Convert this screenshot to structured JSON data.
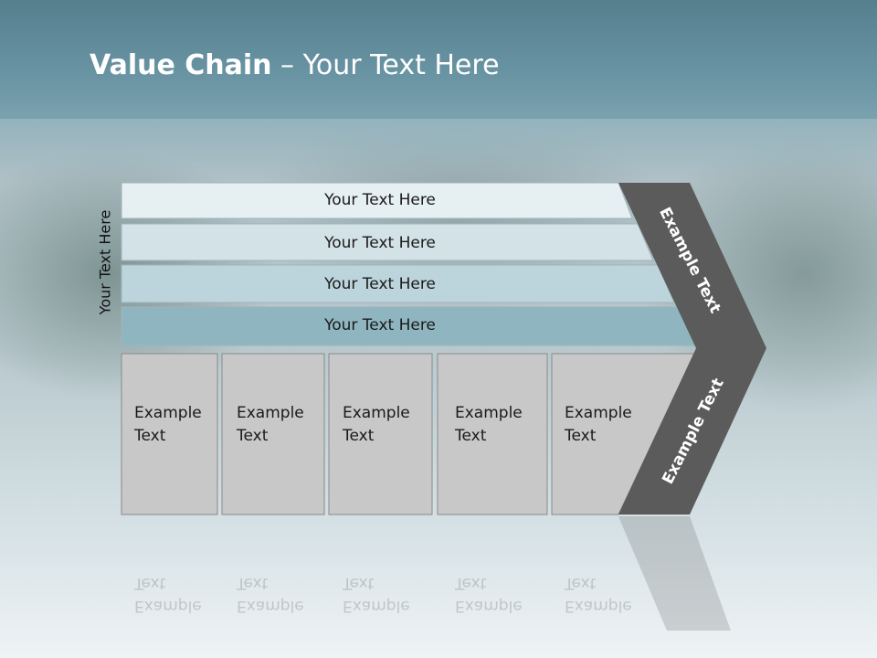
{
  "slide": {
    "title_bold": "Value Chain",
    "title_rest": " – Your Text Here",
    "side_label": "Your Text Here"
  },
  "rows": [
    {
      "label": "Your Text Here",
      "color": "#e6eff2"
    },
    {
      "label": "Your Text Here",
      "color": "#d3e2e7"
    },
    {
      "label": "Your Text Here",
      "color": "#bcd4db"
    },
    {
      "label": "Your Text Here",
      "color": "#8fb5c0"
    }
  ],
  "boxes": [
    {
      "label": "Example\nText"
    },
    {
      "label": "Example\nText"
    },
    {
      "label": "Example\nText"
    },
    {
      "label": "Example\nText"
    },
    {
      "label": "Example\nText"
    }
  ],
  "chevron": {
    "upper_label": "Example Text",
    "lower_label": "Example Text",
    "color": "#5b5b5b"
  },
  "colors": {
    "box_fill": "#c8c8c8",
    "box_stroke": "#8a8a8a",
    "row_stroke": "#9fb3ba"
  }
}
